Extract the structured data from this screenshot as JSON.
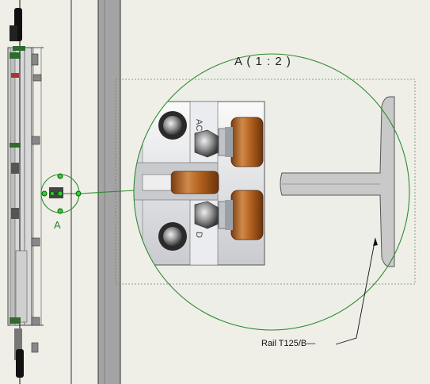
{
  "drawing": {
    "detail_view_title": "A ( 1 : 2 )",
    "detail_marker_label": "A",
    "rail_callout": "Rail T125/B—",
    "detail_circle_color": "#2e8b2e",
    "roller_color": "#b4621f"
  }
}
